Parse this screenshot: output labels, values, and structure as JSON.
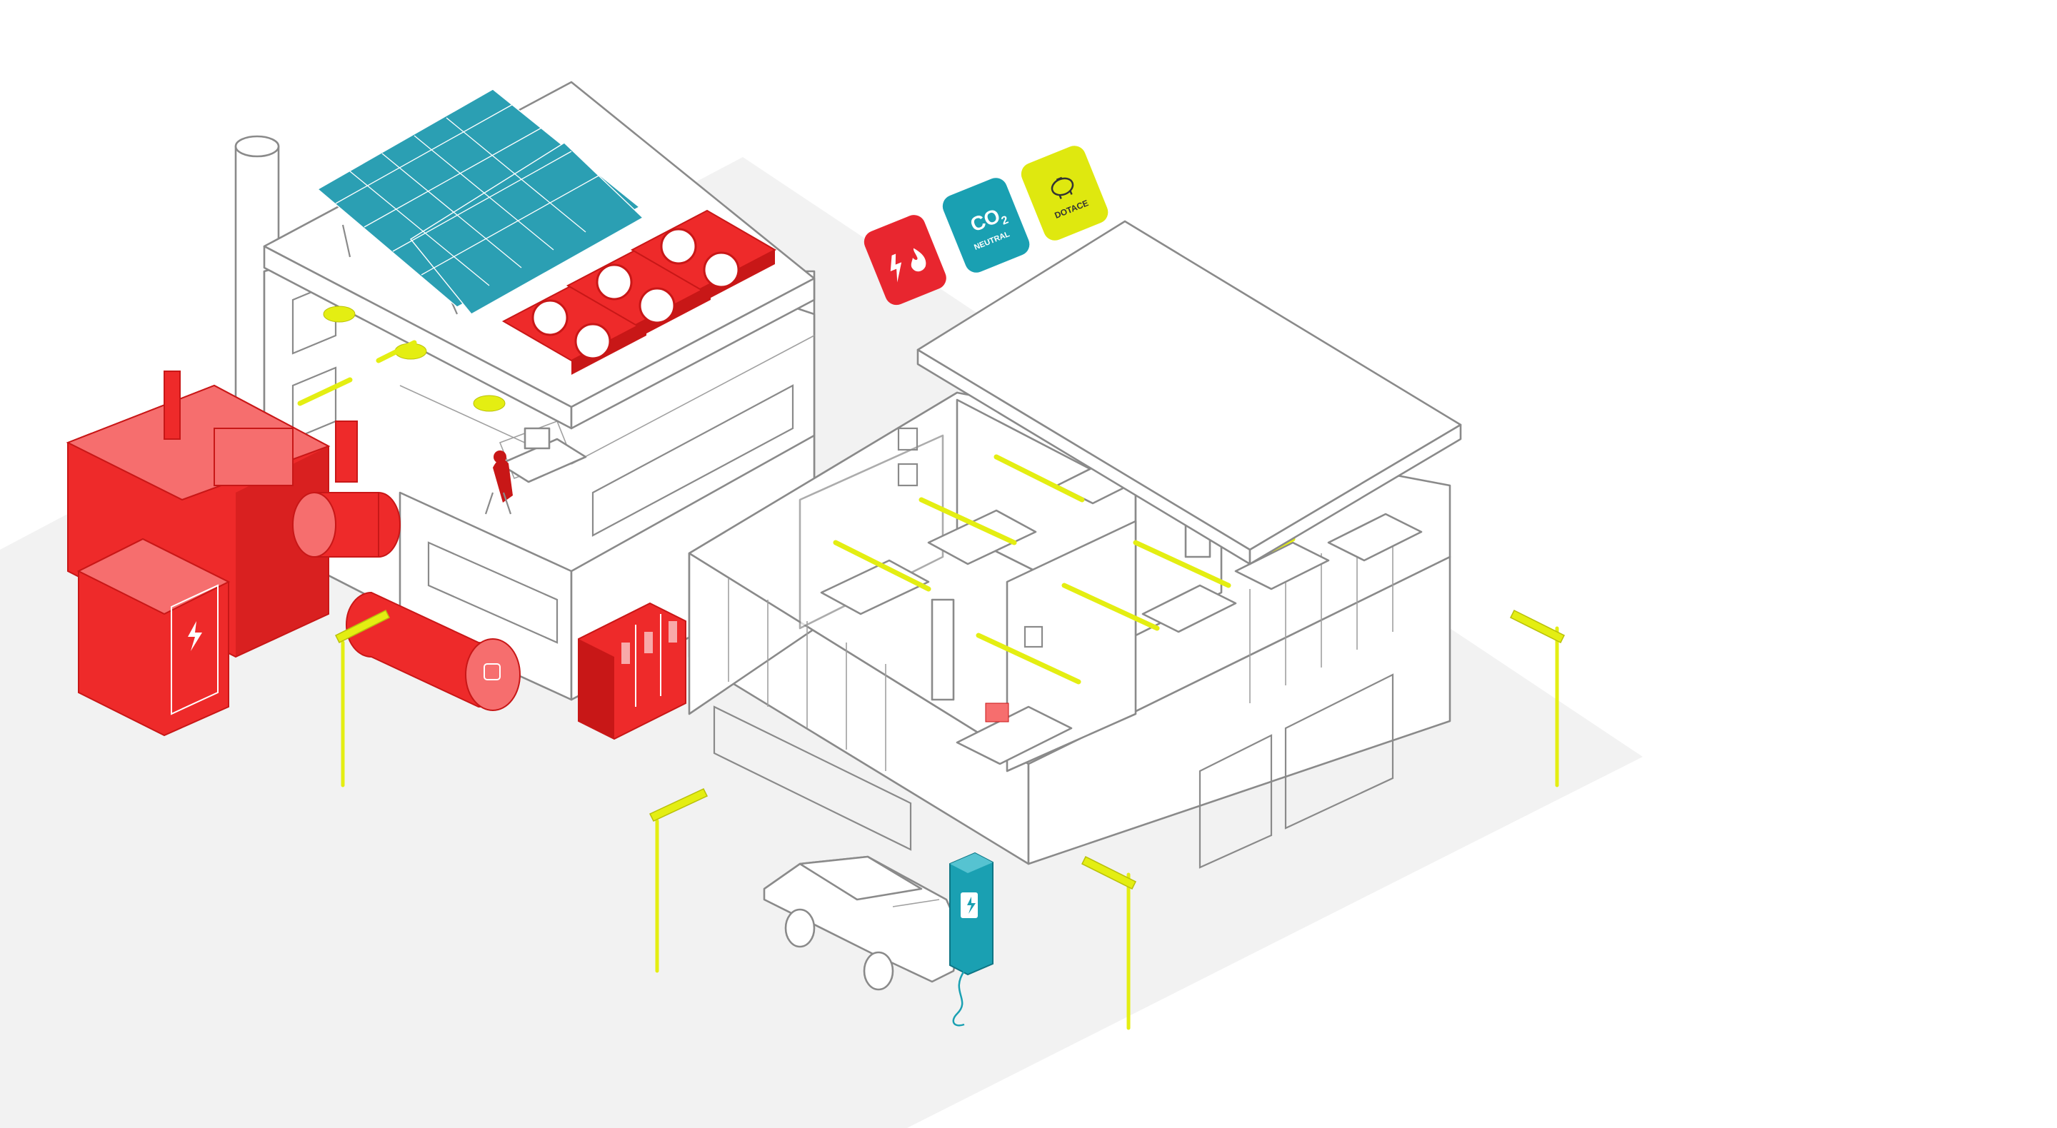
{
  "badges": {
    "energy": {
      "color": "#e8262f",
      "icons": [
        "lightning-icon",
        "flame-icon"
      ]
    },
    "co2": {
      "color": "#1aa0b2",
      "main": "CO",
      "sub": "2",
      "label": "NEUTRAL"
    },
    "subsidy": {
      "color": "#dfe80f",
      "label": "DOTACE",
      "icons": [
        "piggy-bank-icon"
      ]
    }
  },
  "colors": {
    "accent_red": "#ee2a2a",
    "accent_teal": "#1aa0b2",
    "accent_yellow": "#e4ee12",
    "solar_panel": "#2b9fb3",
    "line": "#8a8a8a",
    "ground": "#f2f2f2"
  },
  "icons": {
    "charger": "lightning-icon",
    "switchgear": "lightning-icon",
    "fans": "fan-icon"
  }
}
